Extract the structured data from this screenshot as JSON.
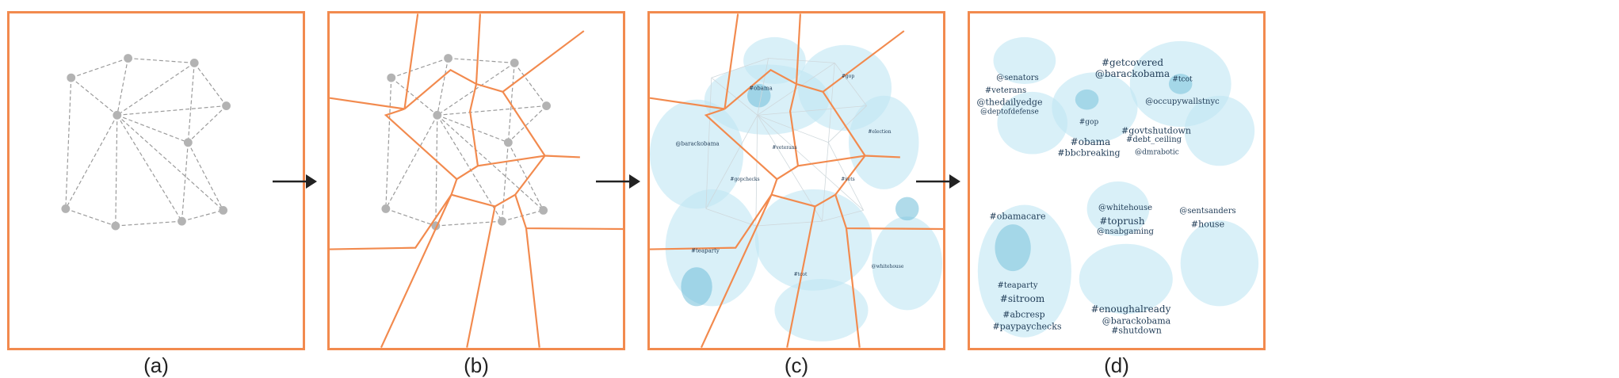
{
  "colors": {
    "frame": "#f28a4e",
    "voronoi": "#f28a4e",
    "node": "#b3b3b3",
    "edge": "#9a9a9a",
    "density": "#bfe6f3",
    "density_dark": "#6fbdd8",
    "arrow": "#222222"
  },
  "panels": [
    {
      "id": "a",
      "caption": "(a)"
    },
    {
      "id": "b",
      "caption": "(b)"
    },
    {
      "id": "c",
      "caption": "(c)"
    },
    {
      "id": "d",
      "caption": "(d)"
    }
  ],
  "panel_c_words": [
    "#obama",
    "#gop",
    "@barackobama",
    "#election",
    "#teaparty",
    "#tcot",
    "@whitehouse",
    "#gopchecks",
    "#vets",
    "#veterans"
  ],
  "panel_d_words": [
    "#getcovered",
    "@barackobama",
    "@senators",
    "#veterans",
    "@thedailyedge",
    "@deptofdefense",
    "#tcot",
    "@occupywallstnyc",
    "#gop",
    "#govtshutdown",
    "#obama",
    "#bbcbreaking",
    "#debt_ceiling",
    "@dmrabotic",
    "@whitehouse",
    "#obamacare",
    "#toprush",
    "@nsabgaming",
    "@sentsanders",
    "#house",
    "#sitroom",
    "#abcresp",
    "#paypaychecks",
    "#enoughalready",
    "@barackobama",
    "#teaparty",
    "#shutdown"
  ]
}
